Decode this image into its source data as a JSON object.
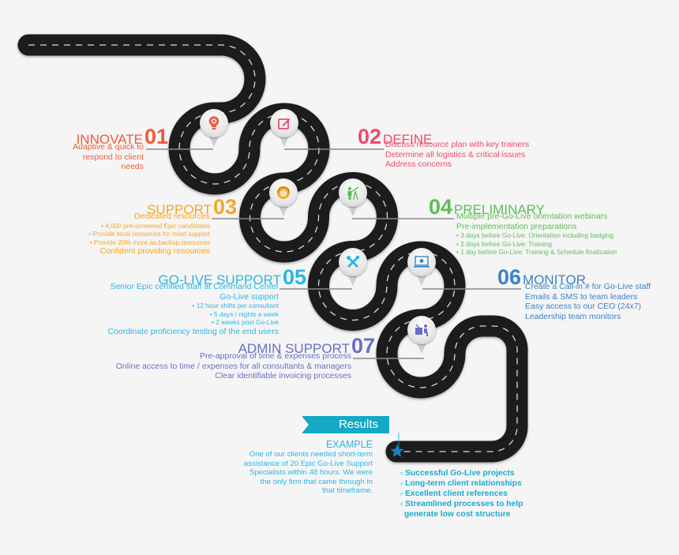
{
  "colors": {
    "background": "#f5f5f5",
    "road": "#1b1b1b",
    "innovate": "#f05a3a",
    "define": "#ef4a6b",
    "support": "#f7a520",
    "preliminary": "#5cbd55",
    "golive": "#2bb5e6",
    "monitor": "#3b82c8",
    "admin": "#6a6fc4",
    "results": "#13a9c7"
  },
  "steps": [
    {
      "num": "01",
      "title": "INNOVATE",
      "icon": "lightbulb-gear-icon",
      "lines": [
        "Adaptive & quick to",
        "respond to client",
        "needs"
      ],
      "bullets": [],
      "footer": []
    },
    {
      "num": "02",
      "title": "DEFINE",
      "icon": "edit-icon",
      "lines": [
        "Discuss resource plan with key trainers",
        "Determine all logistics & critical issues",
        "Address concerns"
      ],
      "bullets": [],
      "footer": []
    },
    {
      "num": "03",
      "title": "SUPPORT",
      "icon": "support-agent-icon",
      "lines": [
        "Dedicated resources"
      ],
      "bullets": [
        "• 4,000 pre-screened Epic candidates",
        "• Provide local resources for most support",
        "• Provide 20% more as backup resources"
      ],
      "footer": [
        "Confident providing resources"
      ]
    },
    {
      "num": "04",
      "title": "PRELIMINARY",
      "icon": "presenter-icon",
      "lines": [
        "Multiple pre-Go-Live orientation webinars",
        "Pre-implementation preparations"
      ],
      "bullets": [
        "• 3 days before Go-Live: Orientation including badging",
        "• 2 days before Go-Live: Training",
        "• 1 day before Go-Live: Training & Schedule finalization"
      ],
      "footer": []
    },
    {
      "num": "05",
      "title": "GO-LIVE SUPPORT",
      "icon": "tools-icon",
      "lines": [
        "Senior Epic certified staff at Command Center",
        "Go-Live support"
      ],
      "bullets": [
        "• 12 hour shifts per consultant",
        "• 5 days / nights a week",
        "• 2 weeks post Go-Live"
      ],
      "footer": [
        "Coordinate proficiency testing of the end users"
      ]
    },
    {
      "num": "06",
      "title": "MONITOR",
      "icon": "laptop-monitor-icon",
      "lines": [
        "Create a Call-in # for Go-Live staff",
        "Emails & SMS to team leaders",
        "Easy access to our CEO (24x7)",
        "Leadership team monitors"
      ],
      "bullets": [],
      "footer": []
    },
    {
      "num": "07",
      "title": "ADMIN SUPPORT",
      "icon": "desk-worker-icon",
      "lines": [
        "Pre-approval of time & expenses process",
        "Online access to time / expenses for all consultants & managers",
        "Clear identifiable invoicing processes"
      ],
      "bullets": [],
      "footer": []
    }
  ],
  "results": {
    "label": "Results",
    "example_title": "EXAMPLE",
    "example_lines": [
      "One of our clients needed short-term",
      "assistance of 20 Epic Go-Live Support",
      "Specialists within 48 hours. We were",
      "the only firm that came through in",
      "that timeframe."
    ],
    "outcomes": [
      "Successful Go-Live projects",
      "Long-term client relationships",
      "Excellent client references",
      "Streamlined processes to help",
      "generate low cost structure"
    ],
    "end_icon": "star-icon"
  }
}
